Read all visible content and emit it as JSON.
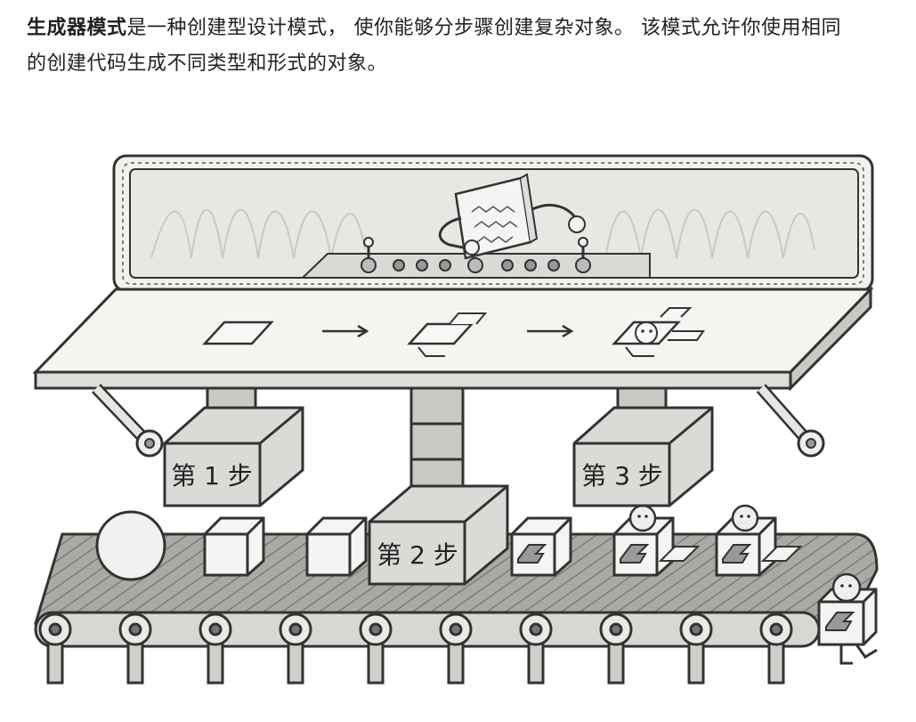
{
  "intro": {
    "term": "生成器模式",
    "line1_rest": "是一种创建型设计模式， 使你能够分步骤创建复杂对象。 该模式允许你使用相同",
    "line2": "的创建代码生成不同类型和形式的对象。"
  },
  "illustration": {
    "step_labels": [
      "第 1 步",
      "第 2 步",
      "第 3 步"
    ]
  }
}
